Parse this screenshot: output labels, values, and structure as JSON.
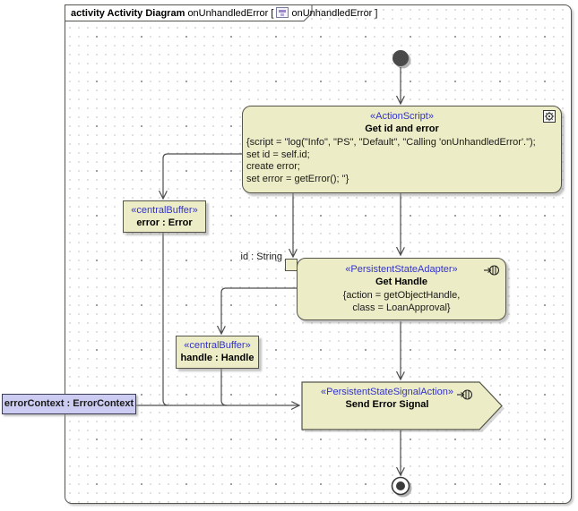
{
  "frame": {
    "title_bold": "activity Activity Diagram",
    "title_name": "onUnhandledError [",
    "title_context": "onUnhandledError ]"
  },
  "nodes": {
    "action_script": {
      "stereotype": "«ActionScript»",
      "name": "Get id and error",
      "body_lines": [
        "{script = \"log(\"Info\", \"PS\", \"Default\", \"Calling 'onUnhandledError'.\");",
        "set id = self.id;",
        "create error;",
        "set error = getError(); \"}"
      ]
    },
    "error_buffer": {
      "stereotype": "«centralBuffer»",
      "name": "error : Error"
    },
    "get_handle": {
      "stereotype": "«PersistentStateAdapter»",
      "name": "Get Handle",
      "body_lines": [
        "{action = getObjectHandle,",
        "class = LoanApproval}"
      ]
    },
    "handle_buffer": {
      "stereotype": "«centralBuffer»",
      "name": "handle : Handle"
    },
    "send_signal": {
      "stereotype": "«PersistentStateSignalAction»",
      "name": "Send Error Signal"
    },
    "error_context": {
      "label": "errorContext : ErrorContext"
    },
    "id_pin": {
      "label": "id : String"
    }
  },
  "colors": {
    "node_fill": "#ececc6",
    "node_border": "#54544a",
    "stereotype_text": "#3232cd",
    "object_node_fill": "#ccccf2",
    "edge_line": "#4d4d4d",
    "grid_dot": "#d4d4d4"
  }
}
